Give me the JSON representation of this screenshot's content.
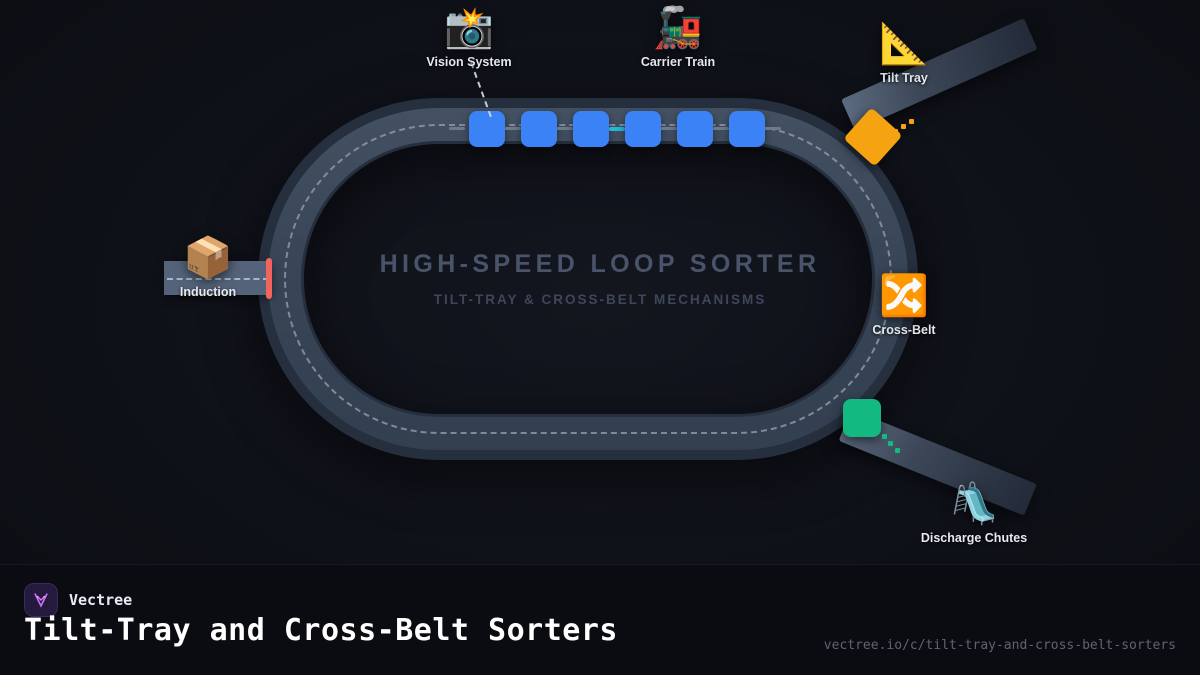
{
  "diagram": {
    "center_title": "HIGH-SPEED LOOP SORTER",
    "center_subtitle": "TILT-TRAY & CROSS-BELT MECHANISMS",
    "nodes": [
      {
        "id": "vision",
        "label": "Vision System",
        "icon": "camera-with-flash-icon",
        "glyph": "📸"
      },
      {
        "id": "train",
        "label": "Carrier Train",
        "icon": "locomotive-icon",
        "glyph": "🚂"
      },
      {
        "id": "tilttray",
        "label": "Tilt Tray",
        "icon": "triangular-ruler-icon",
        "glyph": "📐"
      },
      {
        "id": "crossbelt",
        "label": "Cross-Belt",
        "icon": "arrows-cycle-icon",
        "glyph": "🔀"
      },
      {
        "id": "chutes",
        "label": "Discharge Chutes",
        "icon": "playground-slide-icon",
        "glyph": "🛝"
      },
      {
        "id": "induction",
        "label": "Induction",
        "icon": "package-box-icon",
        "glyph": "📦"
      }
    ],
    "colors": {
      "background": "#0d0e14",
      "track_border": "#262f3e",
      "track_surface": "#394759",
      "track_dash": "#8b97aa",
      "carrier": "#3b82f6",
      "coupler": "#6d7a8d",
      "coupler_active": "#22b8d4",
      "tilt_tray_parcel": "#f5a310",
      "cross_belt_parcel": "#12b981",
      "induction_belt": "#55637a",
      "induction_stop": "#f4645f",
      "title": "#49536a"
    },
    "carrier_count": 6,
    "active_coupler_index": 3
  },
  "footer": {
    "brand": "Vectree",
    "brand_icon": "vectree-logo-icon",
    "title": "Tilt-Tray and Cross-Belt Sorters",
    "url": "vectree.io/c/tilt-tray-and-cross-belt-sorters"
  }
}
